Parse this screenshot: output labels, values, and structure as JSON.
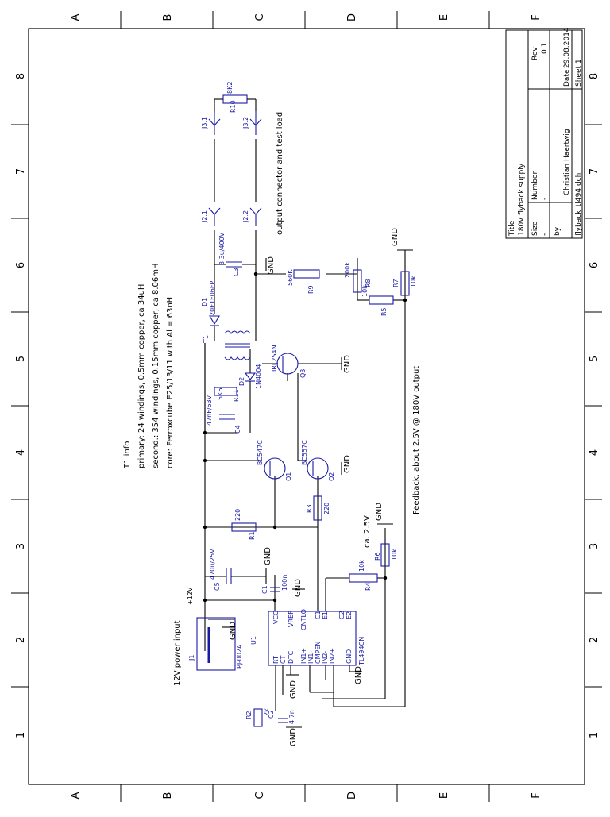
{
  "sheet": {
    "columns": [
      "A",
      "B",
      "C",
      "D",
      "E",
      "F"
    ],
    "rows": [
      "1",
      "2",
      "3",
      "4",
      "5",
      "6",
      "7",
      "8"
    ]
  },
  "title_block": {
    "title_label": "Title",
    "title": "180V flyback supply",
    "size_label": "Size",
    "size_value": "-",
    "number_label": "Number",
    "number_value": "-",
    "rev_label": "Rev",
    "rev_value": "0.1",
    "by_label": "by",
    "author": "Christian Haertwig",
    "date_label": "Date",
    "date": "29.08.2014",
    "filename": "flyback_tl494.dch",
    "sheet_text": "Sheet 1"
  },
  "notes": {
    "t1_info": "T1 info",
    "primary": "primary: 24 windings, 0.5mm copper, ca 34uH",
    "secondary": "second.: 354 windings, 0.15mm copper, ca 8.06mH",
    "core": "core:  Ferroxcube E25/13/11  with Al = 63nH",
    "output_connector": "output connector  and test load",
    "feedback": "Feedback, about 2.5V @ 180V output",
    "power_input": "12V power input",
    "ca_25v": "ca. 2.5V",
    "plus12v": "+12V"
  },
  "components": {
    "J1": {
      "ref": "J1",
      "value": "PJ-002A"
    },
    "U1": {
      "ref": "U1",
      "value": "TL494CN",
      "pins": [
        "RT",
        "CT",
        "DTC",
        "CMPEN",
        "IN1+",
        "IN1-",
        "IN2-",
        "IN2+",
        "GND",
        "VCC",
        "VREF",
        "CNTLO",
        "C1",
        "E1",
        "C2",
        "E2"
      ]
    },
    "R1": {
      "ref": "R1",
      "value": "220"
    },
    "R2": {
      "ref": "R2",
      "value": "2k"
    },
    "R3": {
      "ref": "R3",
      "value": "220"
    },
    "R4": {
      "ref": "R4",
      "value": "10k"
    },
    "R5": {
      "ref": "R5",
      "value": "10k"
    },
    "R6": {
      "ref": "R6",
      "value": "10k"
    },
    "R7": {
      "ref": "R7",
      "value": "10k"
    },
    "R8": {
      "ref": "R8",
      "value": "200k"
    },
    "R9": {
      "ref": "R9",
      "value": "560K"
    },
    "R10": {
      "ref": "R10",
      "value": "8K2"
    },
    "R11": {
      "ref": "R11",
      "value": "5K6"
    },
    "C1": {
      "ref": "C1",
      "value": "100n"
    },
    "C2": {
      "ref": "C2",
      "value": "4.7n"
    },
    "C3": {
      "ref": "C3",
      "value": "3.3u/400V"
    },
    "C4": {
      "ref": "C4",
      "value": "47nF/63V"
    },
    "C5": {
      "ref": "C5",
      "value": "470u/25V"
    },
    "D1": {
      "ref": "D1",
      "value": "20ETF06FP"
    },
    "D2": {
      "ref": "D2",
      "value": "1N4004"
    },
    "Q1": {
      "ref": "Q1",
      "value": "BC547C"
    },
    "Q2": {
      "ref": "Q2",
      "value": "BC557C"
    },
    "Q3": {
      "ref": "Q3",
      "value": "IRL2S4N"
    },
    "T1": {
      "ref": "T1"
    },
    "J2.1": {
      "ref": "J2.1"
    },
    "J2.2": {
      "ref": "J2.2"
    },
    "J3.1": {
      "ref": "J3.1"
    },
    "J3.2": {
      "ref": "J3.2"
    }
  },
  "gnd_label": "GND"
}
